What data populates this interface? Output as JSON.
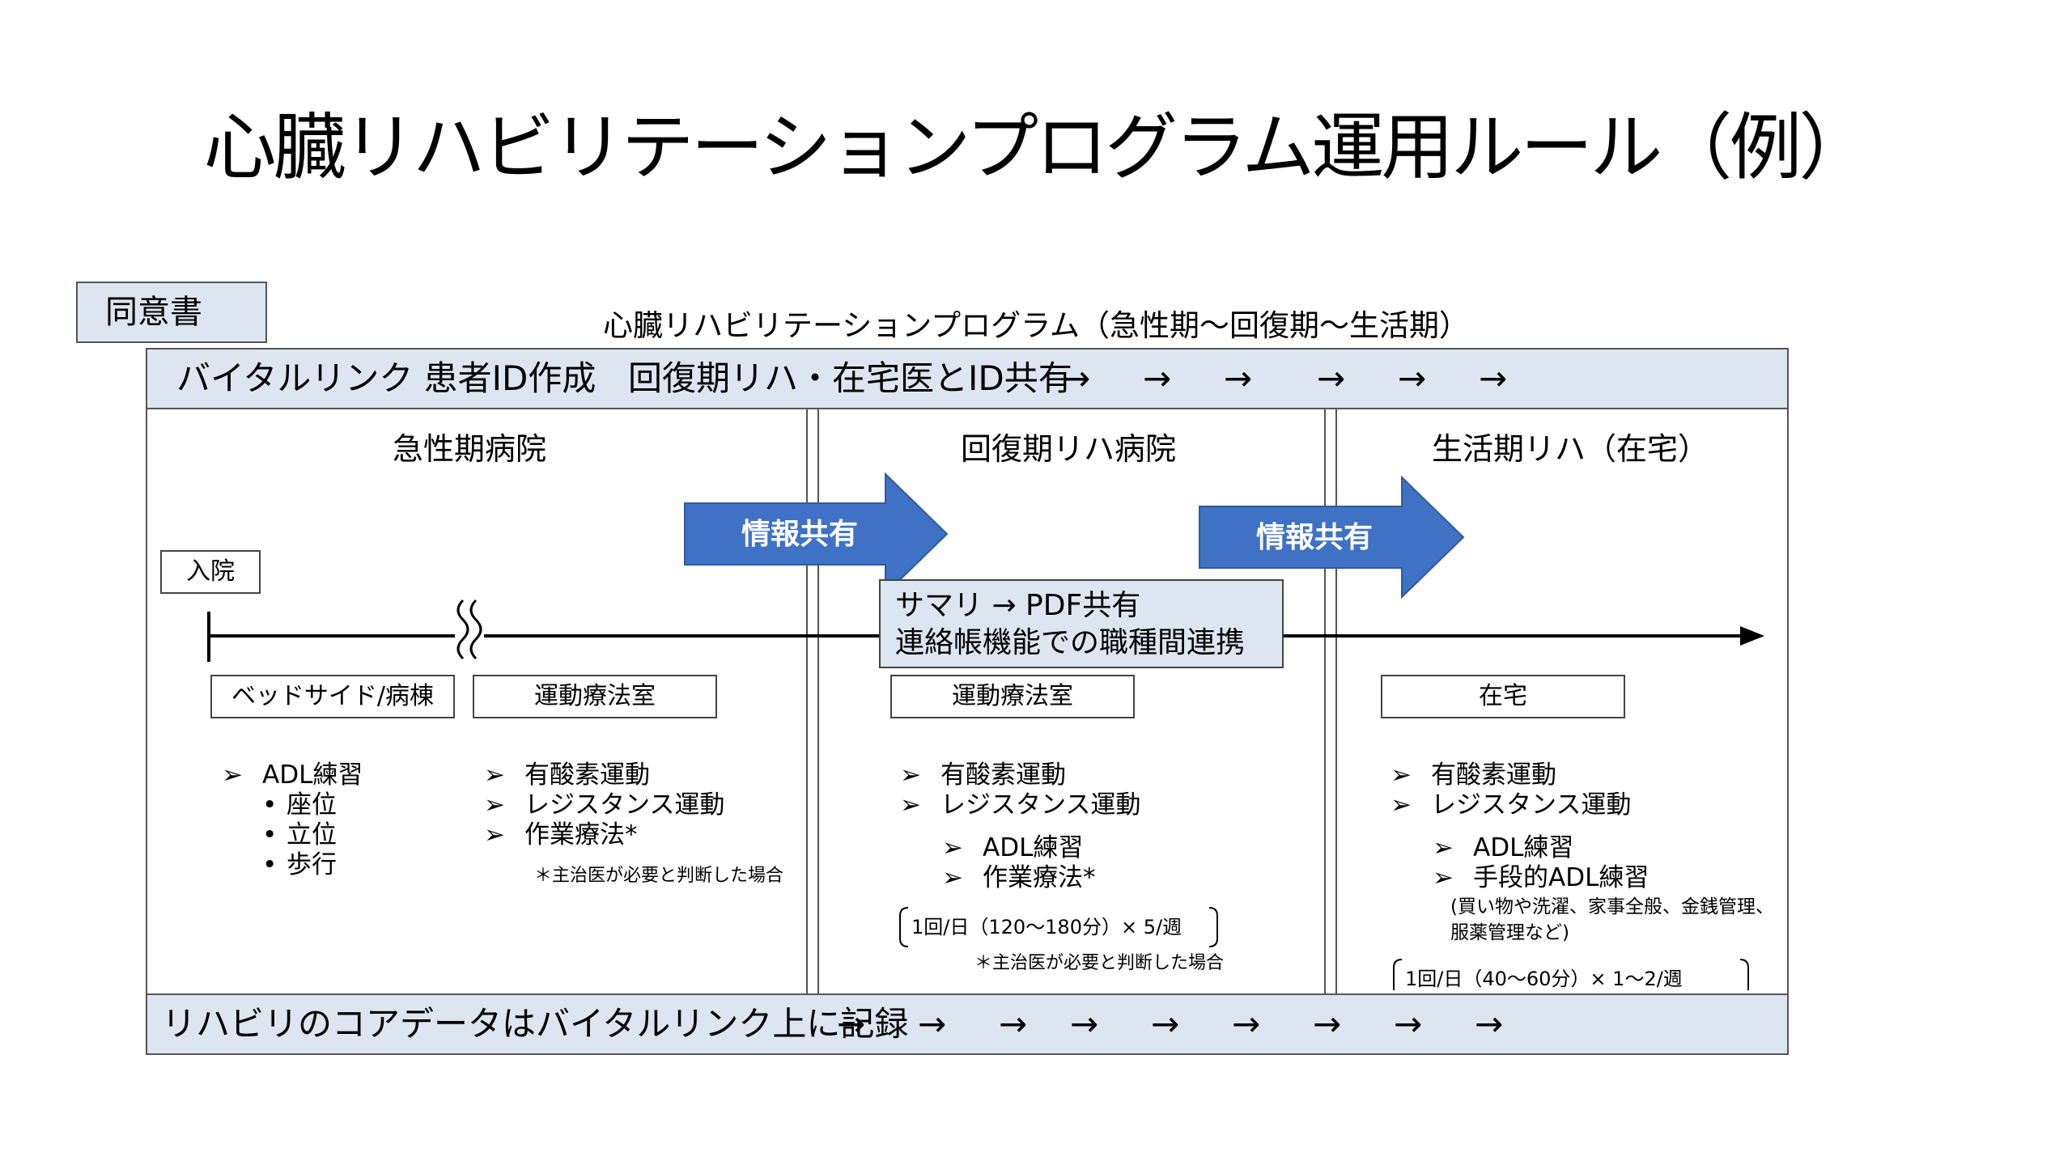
{
  "title": "心臓リハビリテーションプログラム運用ルール（例）",
  "consent": "同意書",
  "program_label": "心臓リハビリテーションプログラム（急性期～回復期～生活期）",
  "top_band": {
    "left_text": "バイタルリンク 患者ID作成",
    "share_text": "回復期リハ・在宅医とID共有",
    "arrow": "→"
  },
  "bottom_band": {
    "text": "リハビリのコアデータはバイタルリンク上に記録",
    "arrow": "→"
  },
  "sections": {
    "acute": "急性期病院",
    "recovery": "回復期リハ病院",
    "living": "生活期リハ（在宅）"
  },
  "info_share": "情報共有",
  "admission": "入院",
  "summary": {
    "line1": "サマリ → PDF共有",
    "line2": "連絡帳機能での職種間連携"
  },
  "locations": {
    "bedside": "ベッドサイド/病棟",
    "exercise_room_1": "運動療法室",
    "exercise_room_2": "運動療法室",
    "home": "在宅"
  },
  "bullets": {
    "arrow": "➢",
    "dot": "•"
  },
  "acute_adl": {
    "head": "ADL練習",
    "items": [
      "座位",
      "立位",
      "歩行"
    ]
  },
  "acute_exercise": {
    "items": [
      "有酸素運動",
      "レジスタンス運動",
      "作業療法*"
    ],
    "note": "＊主治医が必要と判断した場合"
  },
  "recovery_list": {
    "items": [
      "有酸素運動",
      "レジスタンス運動"
    ],
    "sub_items": [
      "ADL練習",
      "作業療法*"
    ],
    "frequency": "1回/日（120～180分）× 5/週",
    "note": "＊主治医が必要と判断した場合"
  },
  "living_list": {
    "items": [
      "有酸素運動",
      "レジスタンス運動"
    ],
    "sub_items": [
      "ADL練習",
      "手段的ADL練習"
    ],
    "detail_line1": "(買い物や洗濯、家事全般、金銭管理、",
    "detail_line2": "服薬管理など)",
    "frequency": "1回/日（40～60分）× 1～2/週"
  },
  "colors": {
    "band_fill": "#dde6f0",
    "arrow_fill": "#3f72c4",
    "border": "#555555"
  }
}
